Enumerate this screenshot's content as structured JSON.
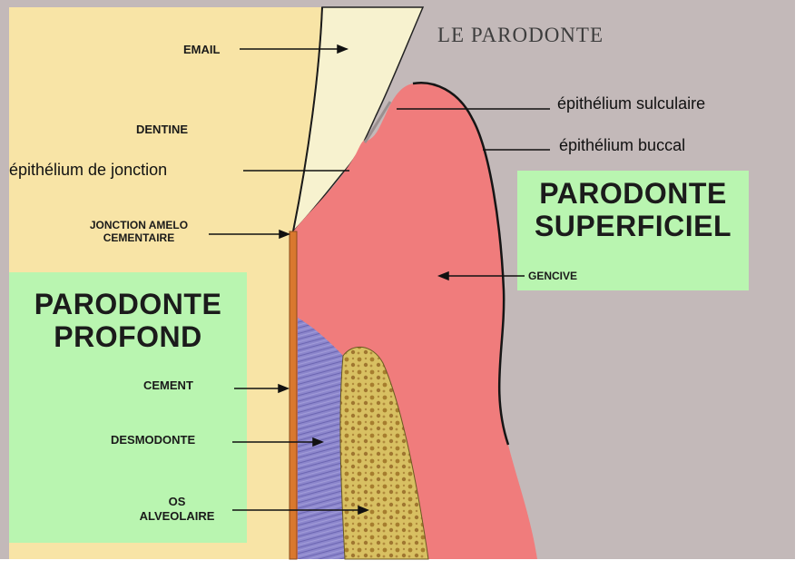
{
  "title": "LE PARODONTE",
  "labels": {
    "email": "EMAIL",
    "dentine": "DENTINE",
    "epithelium_jonction": "épithélium de jonction",
    "jonction_amelo_line1": "JONCTION AMELO",
    "jonction_amelo_line2": "CEMENTAIRE",
    "epithelium_sulculaire": "épithélium sulculaire",
    "epithelium_buccal": "épithélium buccal",
    "gencive": "GENCIVE",
    "cement": "CEMENT",
    "desmodonte": "DESMODONTE",
    "os_line1": "OS",
    "os_line2": "ALVEOLAIRE"
  },
  "regions": {
    "superficiel_line1": "PARODONTE",
    "superficiel_line2": "SUPERFICIEL",
    "profond_line1": "PARODONTE",
    "profond_line2": "PROFOND"
  },
  "colors": {
    "dentine": "#f8e4a6",
    "email": "#f7f2cf",
    "gencive": "#f07c7c",
    "background_tissue": "#c3b9b9",
    "desmodonte": "#8c86cc",
    "os": "#d8c062",
    "cement": "#d9782e",
    "label_box": "#b9f5b0"
  }
}
